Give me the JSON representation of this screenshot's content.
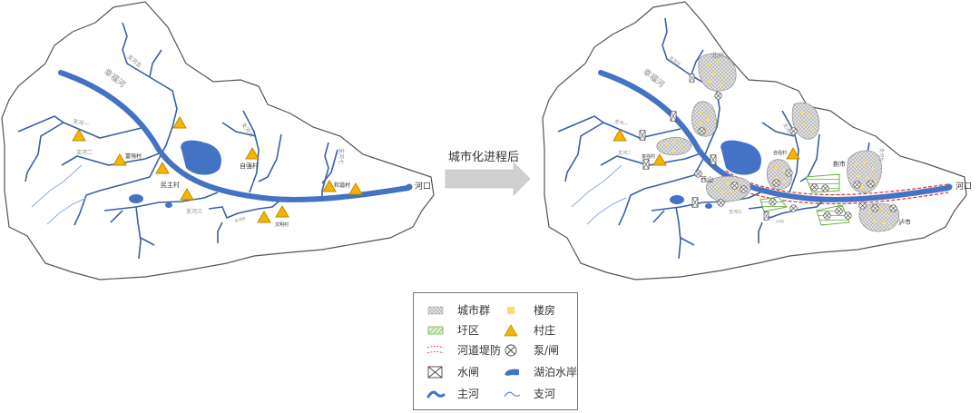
{
  "title_arrow": "城市化进程后",
  "colors": {
    "river": "#4472C4",
    "tributary_light": "#8EA9DB",
    "boundary": "#555555",
    "village": "#F4B400",
    "village_stroke": "#C08A00",
    "building": "#FFD966",
    "city_fill": "#D9D9D9",
    "polder": "#70AD47",
    "levee": "#E03030",
    "arrow": "#D0D0D0"
  },
  "left_map": {
    "main_river": "幸福河",
    "outlet": "河口",
    "tributaries": [
      "支河一",
      "支河二",
      "支河三",
      "支河四",
      "支河五",
      "支河六",
      "支河七"
    ],
    "villages": [
      "富强村",
      "民主村",
      "自强村",
      "文明村",
      "和谐村"
    ]
  },
  "right_map": {
    "main_river": "幸福河",
    "outlet": "河口",
    "tributaries": [
      "支河一",
      "支河二",
      "支河三",
      "支河四",
      "支河五",
      "支河六",
      "支河七"
    ],
    "cities": [
      "北州",
      "西山",
      "荆市",
      "泸市"
    ],
    "villages": [
      "富强村",
      "自强村"
    ]
  },
  "legend": {
    "items": [
      {
        "icon": "city-cluster-icon",
        "label": "城市群"
      },
      {
        "icon": "building-icon",
        "label": "楼房"
      },
      {
        "icon": "polder-icon",
        "label": "圩区"
      },
      {
        "icon": "village-icon",
        "label": "村庄"
      },
      {
        "icon": "levee-icon",
        "label": "河道堤防"
      },
      {
        "icon": "pump-gate-icon",
        "label": "泵/闸"
      },
      {
        "icon": "sluice-icon",
        "label": "水闸"
      },
      {
        "icon": "lake-icon",
        "label": "湖泊水岸"
      },
      {
        "icon": "main-river-icon",
        "label": "主河"
      },
      {
        "icon": "tributary-icon",
        "label": "支河"
      }
    ]
  }
}
